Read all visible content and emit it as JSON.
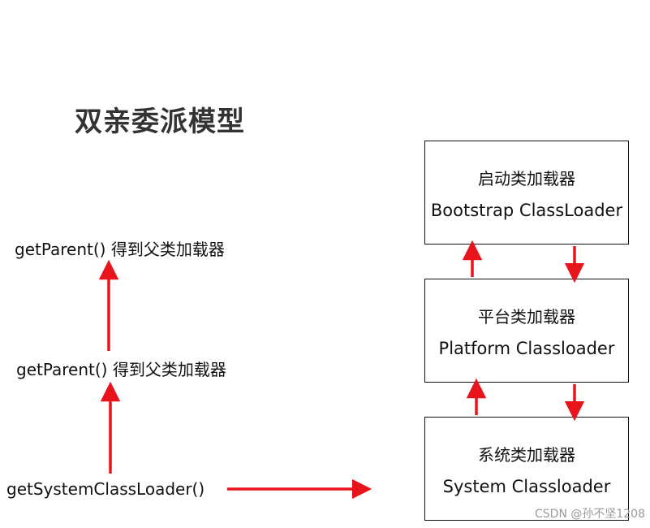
{
  "title": "双亲委派模型",
  "left_labels": {
    "top": "getParent() 得到父类加载器",
    "middle": "getParent() 得到父类加载器",
    "bottom": "getSystemClassLoader()"
  },
  "boxes": {
    "bootstrap": {
      "cn": "启动类加载器",
      "en": "Bootstrap ClassLoader"
    },
    "platform": {
      "cn": "平台类加载器",
      "en": "Platform Classloader"
    },
    "system": {
      "cn": "系统类加载器",
      "en": "System Classloader"
    }
  },
  "colors": {
    "arrow": "#e8141b",
    "title": "#333333",
    "box_border": "#111111"
  },
  "watermark": "CSDN @孙不坚1208"
}
